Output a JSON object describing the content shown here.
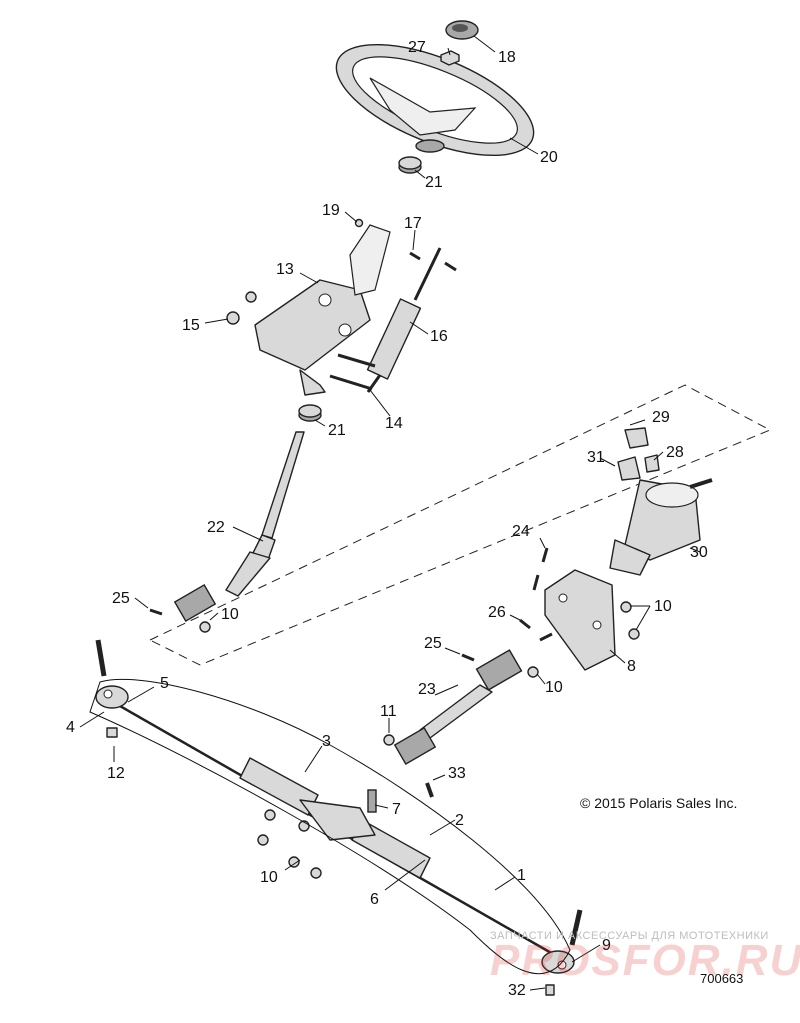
{
  "copyright": "© 2015 Polaris Sales Inc.",
  "drawing_number": "700663",
  "watermark": {
    "caption": "ЗАПЧАСТИ И АКСЕССУАРЫ ДЛЯ МОТОТЕХНИКИ",
    "logo": "PROSFOR.RU"
  },
  "callouts": {
    "c1": "1",
    "c2": "2",
    "c3": "3",
    "c4": "4",
    "c5": "5",
    "c6": "6",
    "c7": "7",
    "c8": "8",
    "c9": "9",
    "c10a": "10",
    "c10b": "10",
    "c10c": "10",
    "c10d": "10",
    "c11": "11",
    "c12": "12",
    "c13": "13",
    "c14": "14",
    "c15": "15",
    "c16": "16",
    "c17": "17",
    "c18": "18",
    "c19": "19",
    "c20": "20",
    "c21a": "21",
    "c21b": "21",
    "c22": "22",
    "c23": "23",
    "c24": "24",
    "c25a": "25",
    "c25b": "25",
    "c26": "26",
    "c27": "27",
    "c28": "28",
    "c29": "29",
    "c30": "30",
    "c31": "31",
    "c32": "32",
    "c33": "33"
  }
}
